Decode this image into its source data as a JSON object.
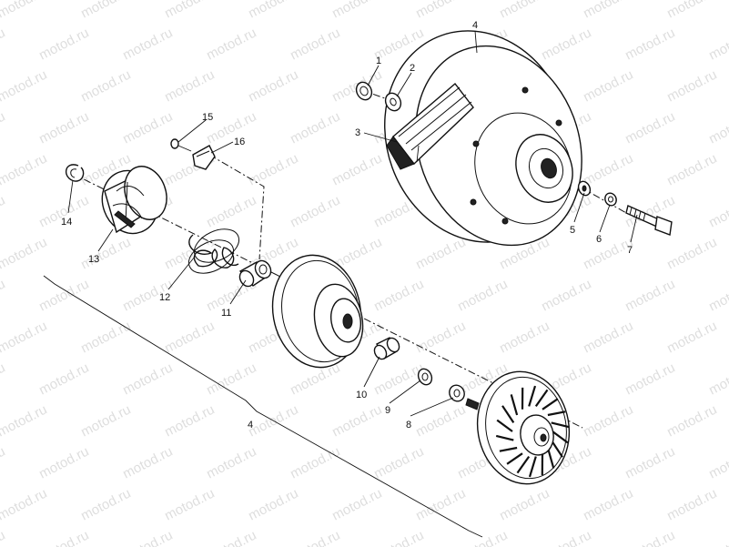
{
  "watermark": {
    "text": "motod.ru"
  },
  "callouts": {
    "c1": "1",
    "c2": "2",
    "c3": "3",
    "c4_top": "4",
    "c5": "5",
    "c6": "6",
    "c7": "7",
    "c8": "8",
    "c9": "9",
    "c10": "10",
    "c11": "11",
    "c12": "12",
    "c13": "13",
    "c14": "14",
    "c15": "15",
    "c16": "16",
    "c4_bracket": "4"
  }
}
